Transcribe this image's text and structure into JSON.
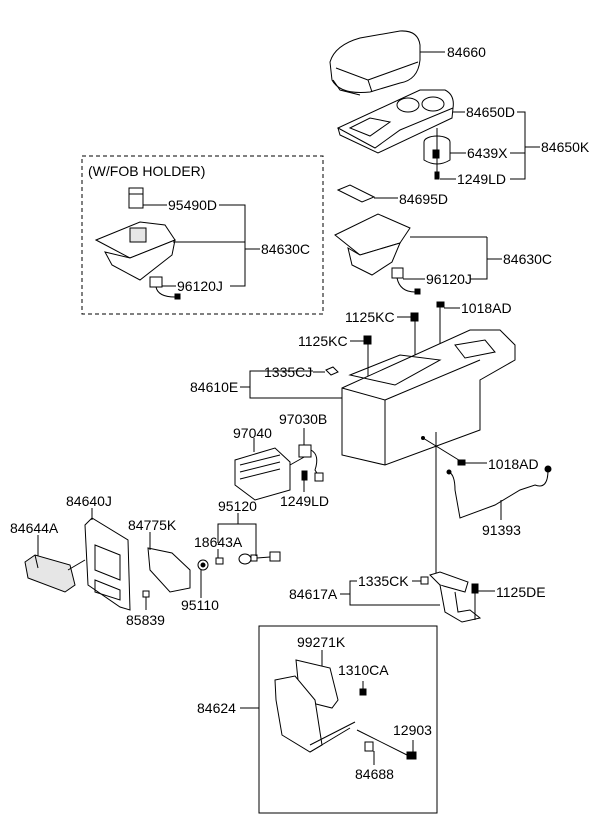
{
  "diagram": {
    "title": "Console parts exploded diagram",
    "groups": {
      "fob_holder": {
        "label": "(W/FOB HOLDER)"
      }
    },
    "labels": {
      "p84660": "84660",
      "p84650D": "84650D",
      "p6439X": "6439X",
      "p84650K": "84650K",
      "p1249LD_top": "1249LD",
      "p95490D": "95490D",
      "p84630C_fob": "84630C",
      "p96120J_fob": "96120J",
      "p84695D": "84695D",
      "p84630C": "84630C",
      "p96120J": "96120J",
      "p1018AD_top": "1018AD",
      "p1125KC_a": "1125KC",
      "p1125KC_b": "1125KC",
      "p1335CJ": "1335CJ",
      "p84610E": "84610E",
      "p97030B": "97030B",
      "p97040": "97040",
      "p1249LD": "1249LD",
      "p1018AD": "1018AD",
      "p91393": "91393",
      "p95120": "95120",
      "p84640J": "84640J",
      "p84644A": "84644A",
      "p84775K": "84775K",
      "p18643A": "18643A",
      "p95110": "95110",
      "p85839": "85839",
      "p84617A": "84617A",
      "p1335CK": "1335CK",
      "p1125DE": "1125DE",
      "p99271K": "99271K",
      "p1310CA": "1310CA",
      "p84624": "84624",
      "p12903": "12903",
      "p84688": "84688"
    }
  }
}
